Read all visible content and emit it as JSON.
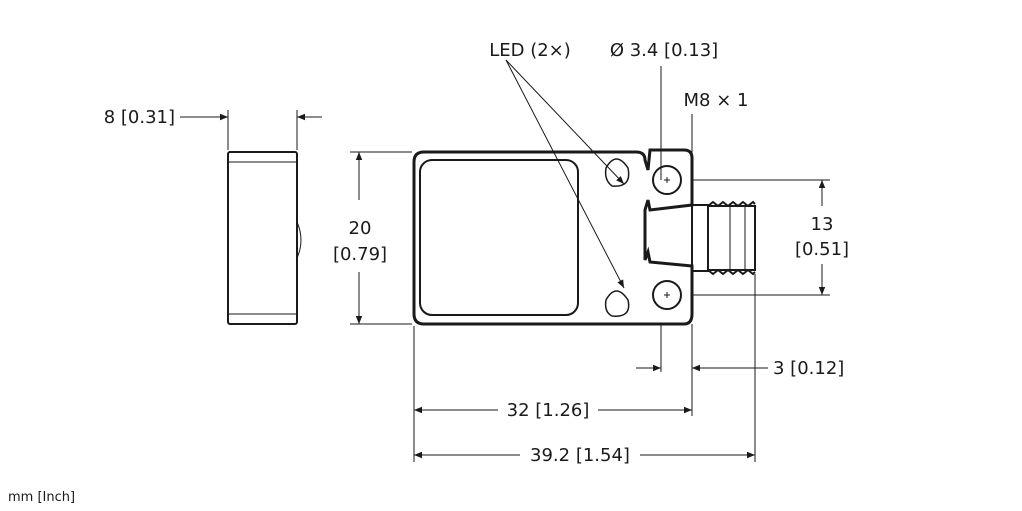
{
  "labels": {
    "led": "LED (2×)",
    "hole_diameter": "Ø 3.4 [0.13]",
    "thread": "M8 × 1",
    "side_width": "8 [0.31]",
    "height_mm": "20",
    "height_in": "[0.79]",
    "pitch_mm": "13",
    "pitch_in": "[0.51]",
    "offset": "3 [0.12]",
    "body_length": "32 [1.26]",
    "total_length": "39.2 [1.54]",
    "units": "mm [Inch]"
  }
}
